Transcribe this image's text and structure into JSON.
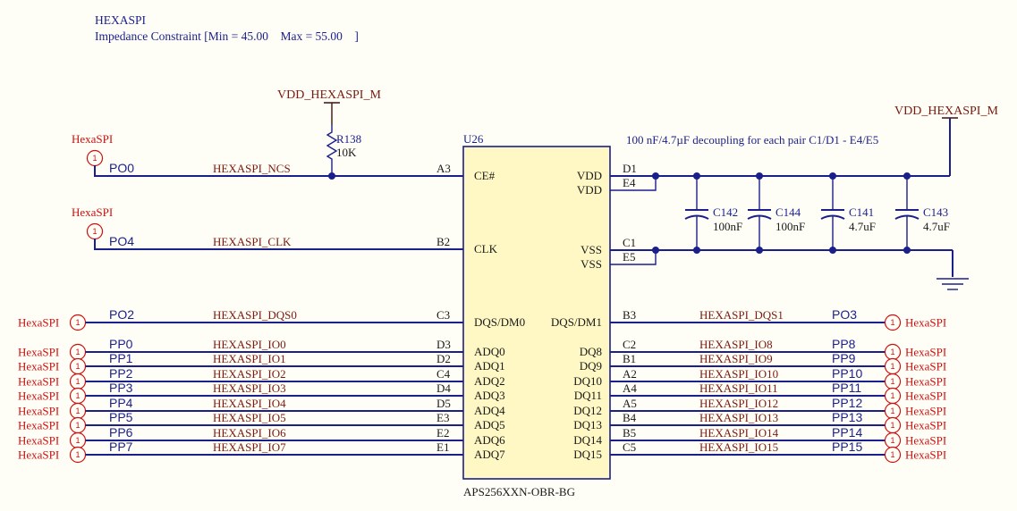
{
  "header": {
    "title": "HEXASPI",
    "constraint": "Impedance Constraint [Min = 45.00    Max = 55.00    ]"
  },
  "power": {
    "top": "VDD_HEXASPI_M",
    "right": "VDD_HEXASPI_M"
  },
  "resistor": {
    "ref": "R138",
    "value": "10K"
  },
  "chip": {
    "ref": "U26",
    "part": "APS256XXN-OBR-BG"
  },
  "decoupling_note": "100 nF/4.7µF decoupling  for each pair C1/D1 - E4/E5",
  "capacitors": [
    {
      "ref": "C142",
      "value": "100nF"
    },
    {
      "ref": "C144",
      "value": "100nF"
    },
    {
      "ref": "C141",
      "value": "4.7uF"
    },
    {
      "ref": "C143",
      "value": "4.7uF"
    }
  ],
  "connector": {
    "label": "HexaSPI",
    "num": "1"
  },
  "left_signals": [
    {
      "port": "PO0",
      "net": "HEXASPI_NCS",
      "pin": "A3",
      "chip_label": "CE#"
    },
    {
      "port": "PO4",
      "net": "HEXASPI_CLK",
      "pin": "B2",
      "chip_label": "CLK"
    },
    {
      "port": "PO2",
      "net": "HEXASPI_DQS0",
      "pin": "C3",
      "chip_label": "DQS/DM0"
    },
    {
      "port": "PP0",
      "net": "HEXASPI_IO0",
      "pin": "D3",
      "chip_label": "ADQ0"
    },
    {
      "port": "PP1",
      "net": "HEXASPI_IO1",
      "pin": "D2",
      "chip_label": "ADQ1"
    },
    {
      "port": "PP2",
      "net": "HEXASPI_IO2",
      "pin": "C4",
      "chip_label": "ADQ2"
    },
    {
      "port": "PP3",
      "net": "HEXASPI_IO3",
      "pin": "D4",
      "chip_label": "ADQ3"
    },
    {
      "port": "PP4",
      "net": "HEXASPI_IO4",
      "pin": "D5",
      "chip_label": "ADQ4"
    },
    {
      "port": "PP5",
      "net": "HEXASPI_IO5",
      "pin": "E3",
      "chip_label": "ADQ5"
    },
    {
      "port": "PP6",
      "net": "HEXASPI_IO6",
      "pin": "E2",
      "chip_label": "ADQ6"
    },
    {
      "port": "PP7",
      "net": "HEXASPI_IO7",
      "pin": "E1",
      "chip_label": "ADQ7"
    }
  ],
  "right_power_pins": [
    {
      "pin": "D1",
      "chip_label": "VDD"
    },
    {
      "pin": "E4",
      "chip_label": "VDD"
    },
    {
      "pin": "C1",
      "chip_label": "VSS"
    },
    {
      "pin": "E5",
      "chip_label": "VSS"
    }
  ],
  "right_signals": [
    {
      "port": "PO3",
      "net": "HEXASPI_DQS1",
      "pin": "B3",
      "chip_label": "DQS/DM1"
    },
    {
      "port": "PP8",
      "net": "HEXASPI_IO8",
      "pin": "C2",
      "chip_label": "DQ8"
    },
    {
      "port": "PP9",
      "net": "HEXASPI_IO9",
      "pin": "B1",
      "chip_label": "DQ9"
    },
    {
      "port": "PP10",
      "net": "HEXASPI_IO10",
      "pin": "A2",
      "chip_label": "DQ10"
    },
    {
      "port": "PP11",
      "net": "HEXASPI_IO11",
      "pin": "A4",
      "chip_label": "DQ11"
    },
    {
      "port": "PP12",
      "net": "HEXASPI_IO12",
      "pin": "A5",
      "chip_label": "DQ12"
    },
    {
      "port": "PP13",
      "net": "HEXASPI_IO13",
      "pin": "B4",
      "chip_label": "DQ13"
    },
    {
      "port": "PP14",
      "net": "HEXASPI_IO14",
      "pin": "B5",
      "chip_label": "DQ14"
    },
    {
      "port": "PP15",
      "net": "HEXASPI_IO15",
      "pin": "C5",
      "chip_label": "DQ15"
    }
  ]
}
